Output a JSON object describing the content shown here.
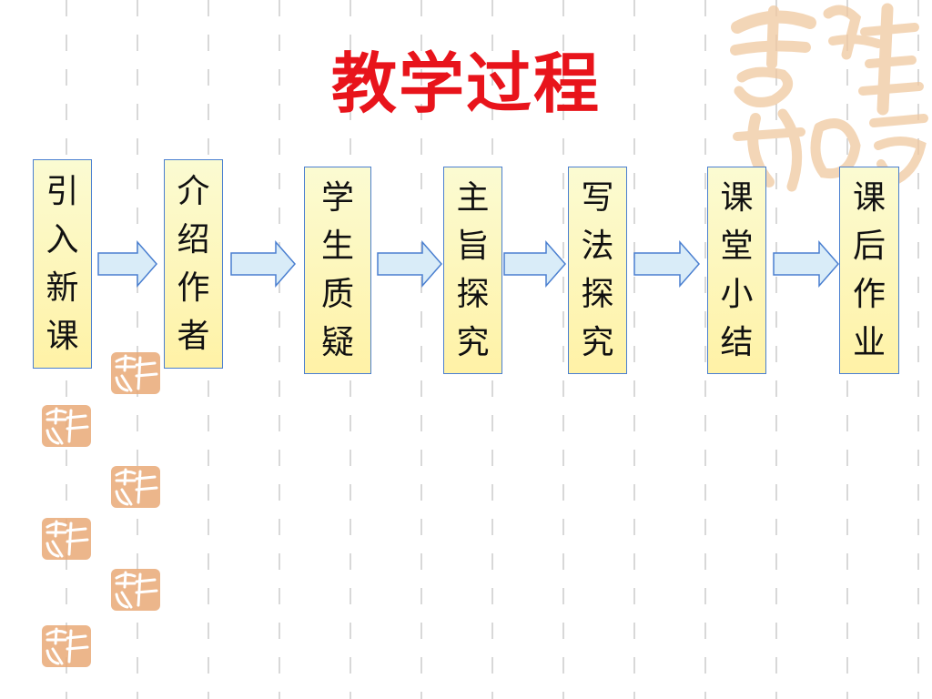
{
  "title": "教学过程",
  "flow": {
    "steps": [
      {
        "label": "引入新课"
      },
      {
        "label": "介绍作者"
      },
      {
        "label": "学生质疑"
      },
      {
        "label": "主旨探究"
      },
      {
        "label": "写法探究"
      },
      {
        "label": "课堂小结"
      },
      {
        "label": "课后作业"
      }
    ]
  },
  "decoration": {
    "seal_text": "吉祥如意",
    "title_color": "#e8141b",
    "box_border_color": "#4a7fd0",
    "box_fill_color": "#fff2a6",
    "arrow_fill_color": "#d9ecf8",
    "seal_color": "#e9a977"
  }
}
